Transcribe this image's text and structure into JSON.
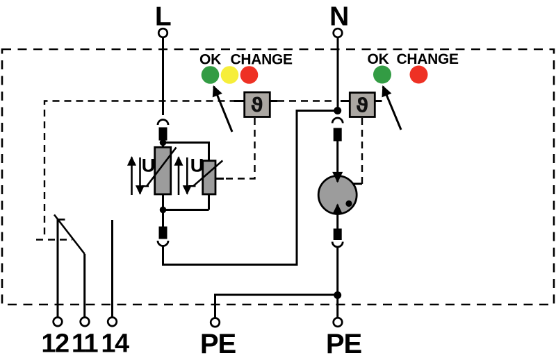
{
  "device": {
    "power_terminals": {
      "l": "L",
      "n": "N",
      "pe_left": "PE",
      "pe_right": "PE"
    },
    "signal_terminals": {
      "t12": "12",
      "t11": "11",
      "t14": "14"
    },
    "status_indicators": {
      "left": {
        "ok": "OK",
        "change": "CHANGE",
        "leds": [
          "green",
          "yellow",
          "red"
        ]
      },
      "right": {
        "ok": "OK",
        "change": "CHANGE",
        "leds": [
          "green",
          "red"
        ]
      }
    },
    "component_symbols": {
      "thermal_monitor": "ϑ",
      "voltage_dependent": "U"
    },
    "colors": {
      "led_green": "#339c44",
      "led_yellow": "#f6ee3a",
      "led_red": "#ee3124",
      "component_fill": "#9c9c9c",
      "thermal_box_fill": "#aba7a2",
      "line": "#000000",
      "background": "#ffffff"
    }
  }
}
